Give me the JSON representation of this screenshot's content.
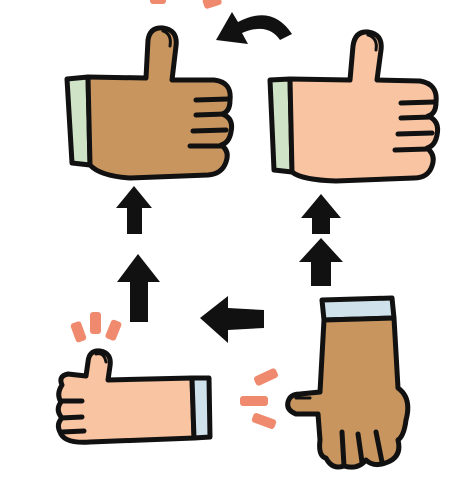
{
  "colors": {
    "outline": "#111111",
    "skin_dark": "#c8955e",
    "skin_light": "#f8c4a2",
    "cuff_green": "#cfe3c6",
    "cuff_blue": "#cfe2ec",
    "accent": "#f08a6e",
    "arrow": "#111111",
    "background": "#ffffff"
  },
  "diagram": {
    "hands": [
      {
        "id": "dark-thumbs-up",
        "pose": "thumbs-up",
        "skin": "dark",
        "cuff": "green"
      },
      {
        "id": "light-thumbs-up",
        "pose": "thumbs-up",
        "skin": "light",
        "cuff": "green"
      },
      {
        "id": "light-thumbs-up-small",
        "pose": "thumbs-up",
        "skin": "light",
        "cuff": "blue"
      },
      {
        "id": "dark-hand-down",
        "pose": "pointing-down",
        "skin": "dark",
        "cuff": "blue"
      }
    ],
    "arrows": [
      {
        "id": "curved-arrow-left",
        "direction": "left",
        "style": "curved"
      },
      {
        "id": "arrow-up-left-1",
        "direction": "up"
      },
      {
        "id": "arrow-up-left-2",
        "direction": "up"
      },
      {
        "id": "arrow-up-right-1",
        "direction": "up"
      },
      {
        "id": "arrow-up-right-2",
        "direction": "up"
      },
      {
        "id": "arrow-left-middle",
        "direction": "left"
      }
    ],
    "icons": [
      "thumbs-up-icon",
      "hand-pointing-down-icon",
      "motion-dash-icon"
    ]
  }
}
